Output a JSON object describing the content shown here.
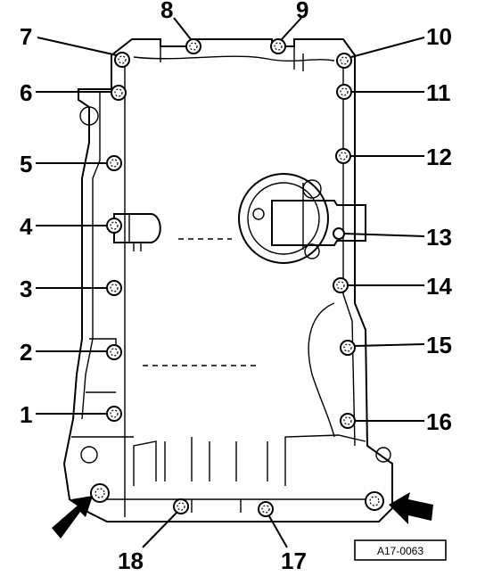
{
  "figure": {
    "reference_code": "A17-0063",
    "callouts": [
      "1",
      "2",
      "3",
      "4",
      "5",
      "6",
      "7",
      "8",
      "9",
      "10",
      "11",
      "12",
      "13",
      "14",
      "15",
      "16",
      "17",
      "18"
    ]
  },
  "icons": {
    "left_arrow": "arrow-icon",
    "right_arrow": "arrow-icon"
  }
}
